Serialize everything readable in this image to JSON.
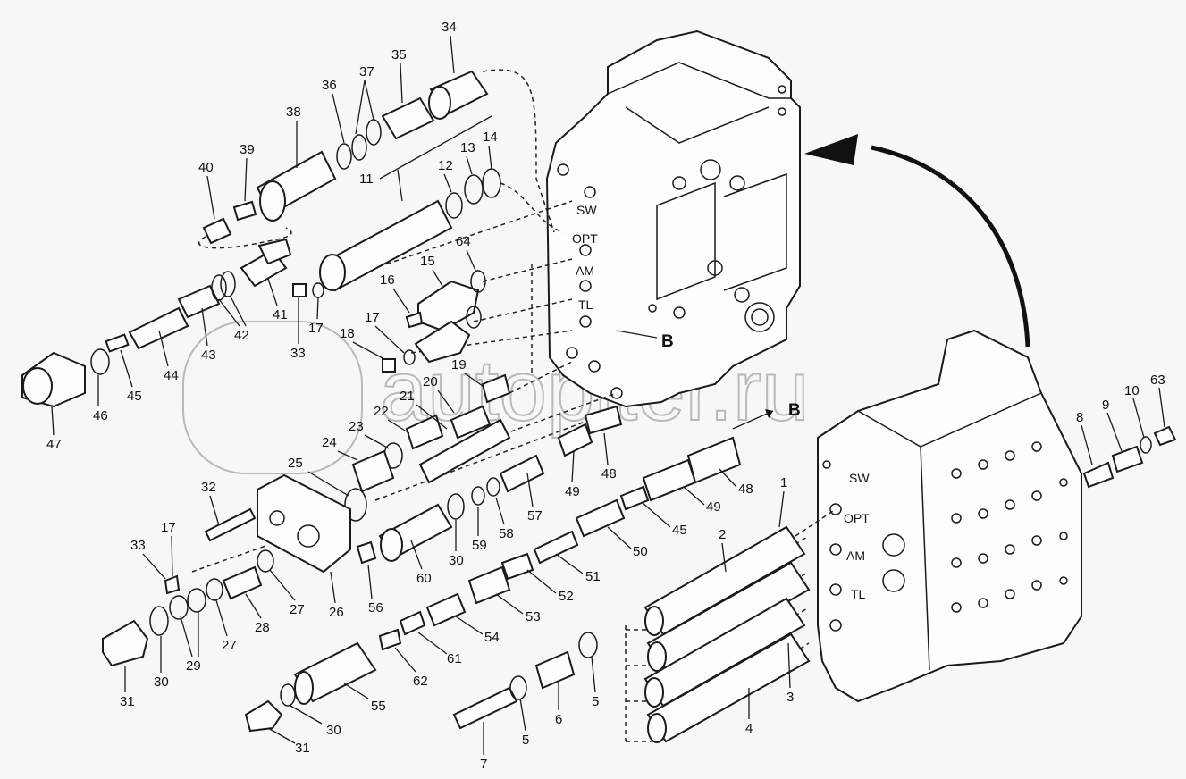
{
  "diagram": {
    "watermark": "autopiter.ru",
    "section_label": "B",
    "port_labels": [
      "SW",
      "OPT",
      "AM",
      "TL"
    ],
    "callouts": [
      "1",
      "2",
      "3",
      "4",
      "5",
      "6",
      "7",
      "8",
      "9",
      "10",
      "11",
      "12",
      "13",
      "14",
      "15",
      "16",
      "17",
      "18",
      "19",
      "20",
      "21",
      "22",
      "23",
      "24",
      "25",
      "26",
      "27",
      "28",
      "29",
      "30",
      "31",
      "32",
      "33",
      "34",
      "35",
      "36",
      "37",
      "38",
      "39",
      "40",
      "41",
      "42",
      "43",
      "44",
      "45",
      "46",
      "47",
      "48",
      "49",
      "50",
      "51",
      "52",
      "53",
      "54",
      "55",
      "56",
      "57",
      "58",
      "59",
      "60",
      "61",
      "62",
      "63",
      "64"
    ]
  }
}
